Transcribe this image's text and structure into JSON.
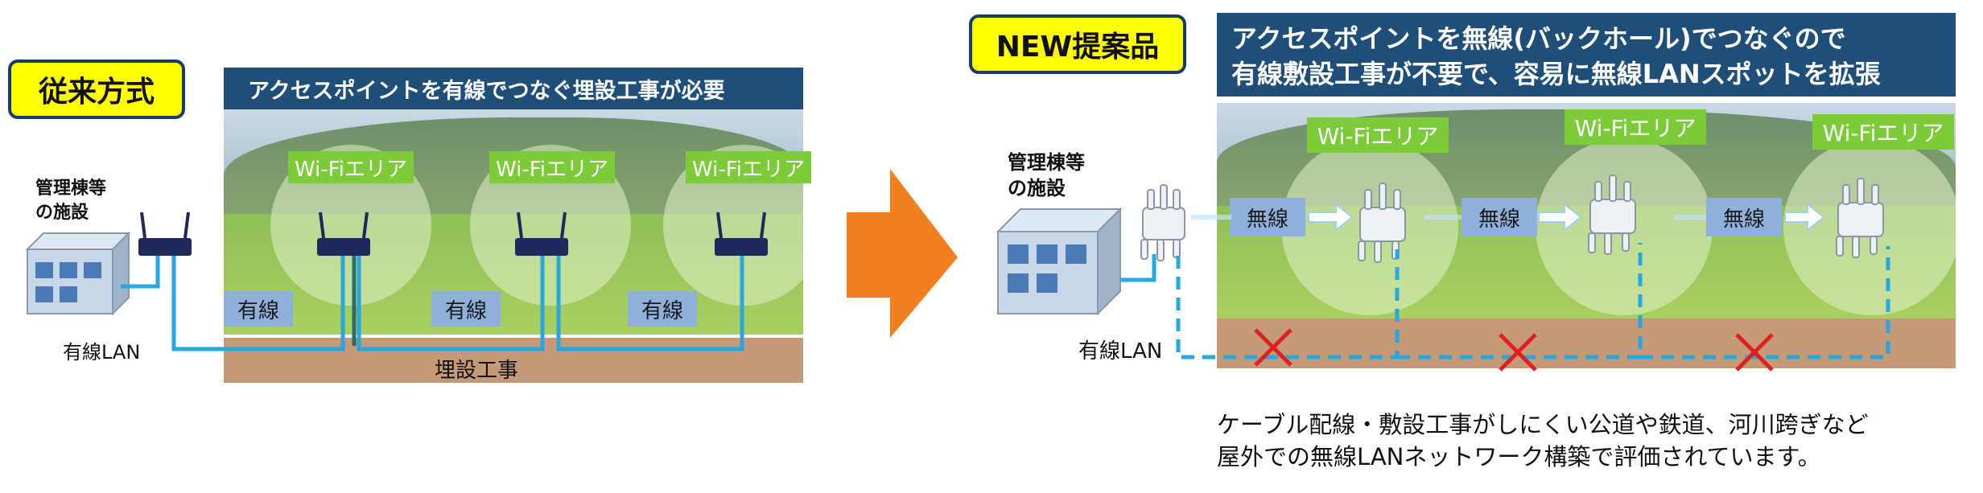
{
  "left": {
    "badge": "従来方式",
    "banner": "アクセスポイントを有線でつなぐ埋設工事が必要",
    "facility": [
      "管理棟等",
      "の施設"
    ],
    "wired_lan": "有線LAN",
    "wifi_labels": [
      "Wi-Fiエリア",
      "Wi-Fiエリア",
      "Wi-Fiエリア"
    ],
    "wired_tags": [
      "有線",
      "有線",
      "有線"
    ],
    "buried": "埋設工事"
  },
  "right": {
    "badge": "NEW提案品",
    "banner": [
      "アクセスポイントを無線(バックホール)でつなぐので",
      "有線敷設工事が不要で、容易に無線LANスポットを拡張"
    ],
    "facility": [
      "管理棟等",
      "の施設"
    ],
    "wired_lan": "有線LAN",
    "wifi_labels": [
      "Wi-Fiエリア",
      "Wi-Fiエリア",
      "Wi-Fiエリア"
    ],
    "wireless_tags": [
      "無線",
      "無線",
      "無線"
    ],
    "caption": [
      "ケーブル配線・敷設工事がしにくい公道や鉄道、河川跨ぎなど",
      "屋外での無線LANネットワーク構築で評価されています。"
    ]
  },
  "colors": {
    "badge": "#ffff00",
    "banner": "#1f4e79",
    "wifi": "#7ccc3a",
    "tag": "#8fb0da",
    "cable": "#29a8e0",
    "arrow": "#f0801e",
    "cross": "#e02020",
    "soil": "#c49a78"
  }
}
